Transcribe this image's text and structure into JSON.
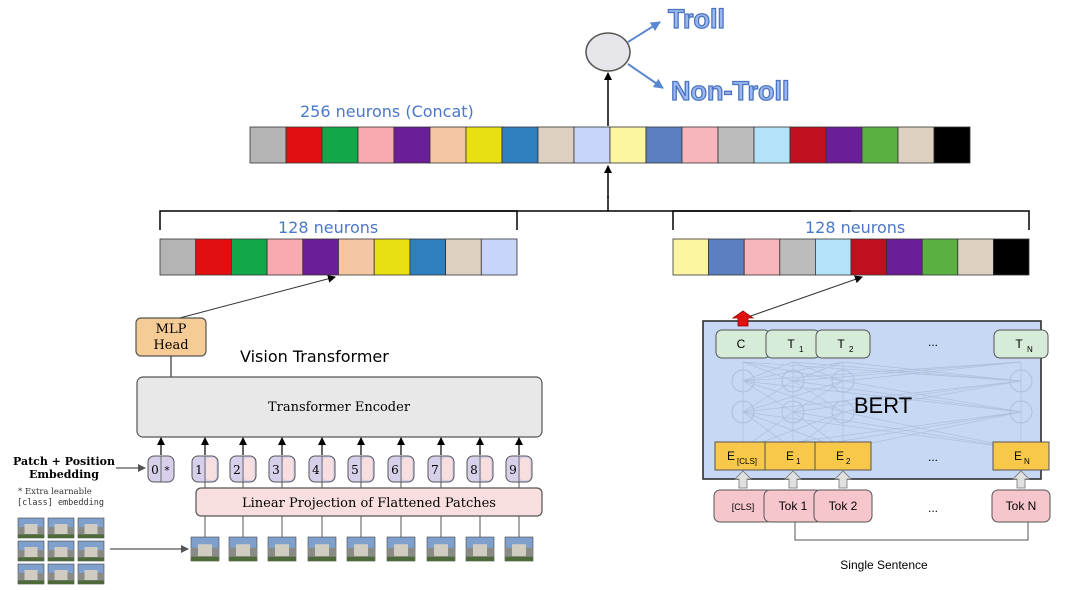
{
  "output": {
    "labels": [
      "Troll",
      "Non-Troll"
    ],
    "label_color": "#5b86d0"
  },
  "concat": {
    "label": "256 neurons (Concat)",
    "cells": [
      "#b4b4b4",
      "#e01010",
      "#10a848",
      "#f7aab0",
      "#6a1e98",
      "#f5c6a4",
      "#e8e010",
      "#2e7fc0",
      "#ddd0c0",
      "#c8d4f8",
      "#fcf6a0",
      "#5a80c0",
      "#f7b6bc",
      "#bcbcbc",
      "#b4e2f8",
      "#c01020",
      "#6a1e98",
      "#5ab040",
      "#ddd0c0",
      "#000000"
    ]
  },
  "left_branch": {
    "label": "128 neurons",
    "cells": [
      "#b4b4b4",
      "#e01010",
      "#10a848",
      "#f7aab0",
      "#6a1e98",
      "#f5c6a4",
      "#e8e010",
      "#2e7fc0",
      "#ddd0c0",
      "#c8d4f8"
    ]
  },
  "right_branch": {
    "label": "128 neurons",
    "cells": [
      "#fcf6a0",
      "#5a80c0",
      "#f7b6bc",
      "#bcbcbc",
      "#b4e2f8",
      "#c01020",
      "#6a1e98",
      "#5ab040",
      "#ddd0c0",
      "#000000"
    ]
  },
  "vit": {
    "title": "Vision Transformer",
    "mlp_head": [
      "MLP",
      "Head"
    ],
    "encoder": "Transformer Encoder",
    "projection": "Linear Projection of Flattened Patches",
    "patch_label": [
      "Patch + Position",
      "Embedding"
    ],
    "extra_note": [
      "* Extra learnable",
      "[class] embedding"
    ],
    "tokens": [
      "0",
      "1",
      "2",
      "3",
      "4",
      "5",
      "6",
      "7",
      "8",
      "9"
    ],
    "star": "*"
  },
  "bert": {
    "title": "BERT",
    "outputs": [
      "C",
      "T",
      "T",
      "...",
      "T"
    ],
    "output_subs": [
      "",
      "1",
      "2",
      "",
      "N"
    ],
    "embeddings": [
      "E",
      "E",
      "E",
      "...",
      "E"
    ],
    "embedding_subs": [
      "[CLS]",
      "1",
      "2",
      "",
      "N"
    ],
    "inputs": [
      "[CLS]",
      "Tok 1",
      "Tok 2",
      "...",
      "Tok N"
    ],
    "sentence": "Single Sentence"
  }
}
